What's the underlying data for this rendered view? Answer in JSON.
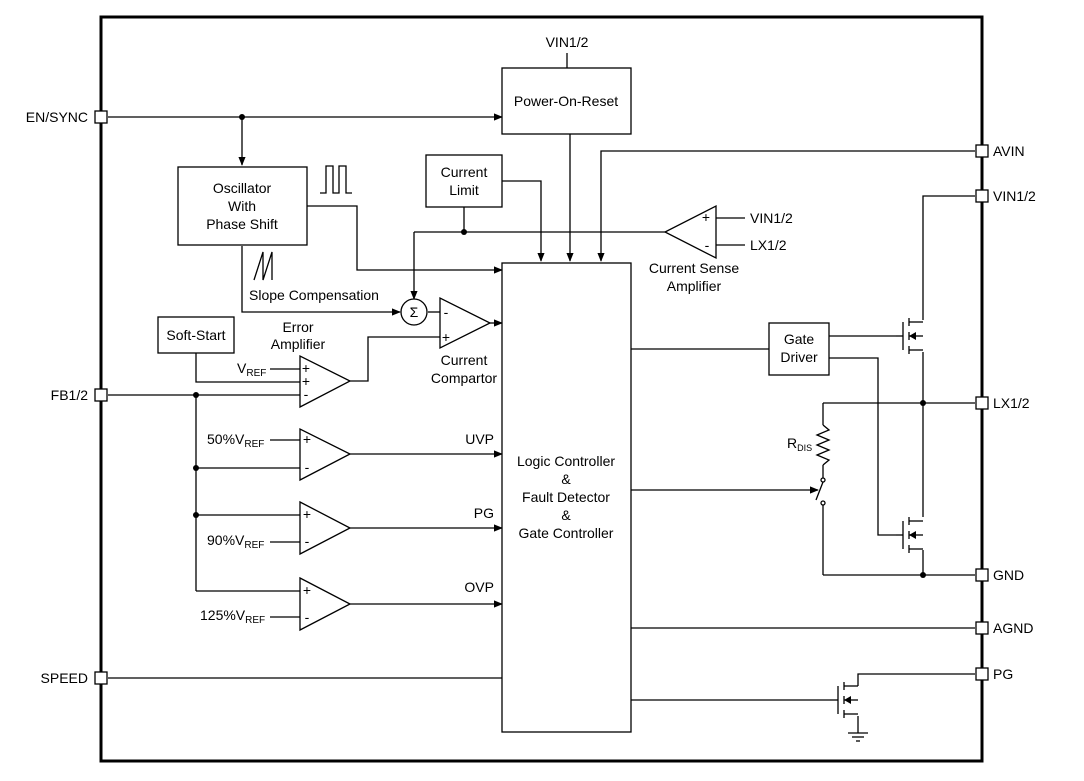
{
  "pins": {
    "en_sync": "EN/SYNC",
    "fb": "FB1/2",
    "speed": "SPEED",
    "avin": "AVIN",
    "vin": "VIN1/2",
    "lx": "LX1/2",
    "gnd": "GND",
    "agnd": "AGND",
    "pg": "PG"
  },
  "blocks": {
    "power_on_reset": "Power-On-Reset",
    "oscillator": [
      "Oscillator",
      "With",
      "Phase Shift"
    ],
    "current_limit": [
      "Current",
      "Limit"
    ],
    "soft_start": "Soft-Start",
    "gate_driver": [
      "Gate",
      "Driver"
    ],
    "logic": [
      "Logic Controller",
      "&",
      "Fault Detector",
      "&",
      "Gate Controller"
    ]
  },
  "labels": {
    "vin_top": "VIN1/2",
    "cs_vin": "VIN1/2",
    "cs_lx": "LX1/2",
    "current_sense_amp": [
      "Current Sense",
      "Amplifier"
    ],
    "slope_comp": "Slope Compensation",
    "sigma": "Σ",
    "error_amp": [
      "Error",
      "Amplifier"
    ],
    "current_comparator": [
      "Current",
      "Compartor"
    ],
    "uvp": "UVP",
    "pg_sig": "PG",
    "ovp": "OVP",
    "v": "V",
    "ref": "REF",
    "pct50": "50%V",
    "pct90": "90%V",
    "pct125": "125%V",
    "r": "R",
    "dis": "DIS",
    "plus": "+",
    "minus": "-"
  }
}
